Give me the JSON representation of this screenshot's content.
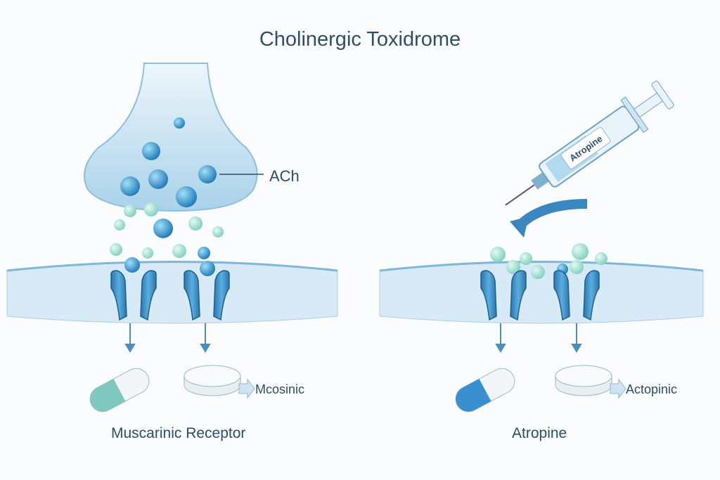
{
  "title": "Cholinergic Toxidrome",
  "labels": {
    "ach": "ACh",
    "syringe": "Atropine",
    "left_pill": "Mcosinic",
    "right_pill": "Actopinic",
    "left_caption": "Muscarinic Receptor",
    "right_caption": "Atropine"
  },
  "colors": {
    "receptor": "#2f7fb8",
    "membrane": "#cfe4f2",
    "title": "#2c5068",
    "neurotransmitter": "#3a9bd0",
    "drug": "#8fd8c8"
  }
}
